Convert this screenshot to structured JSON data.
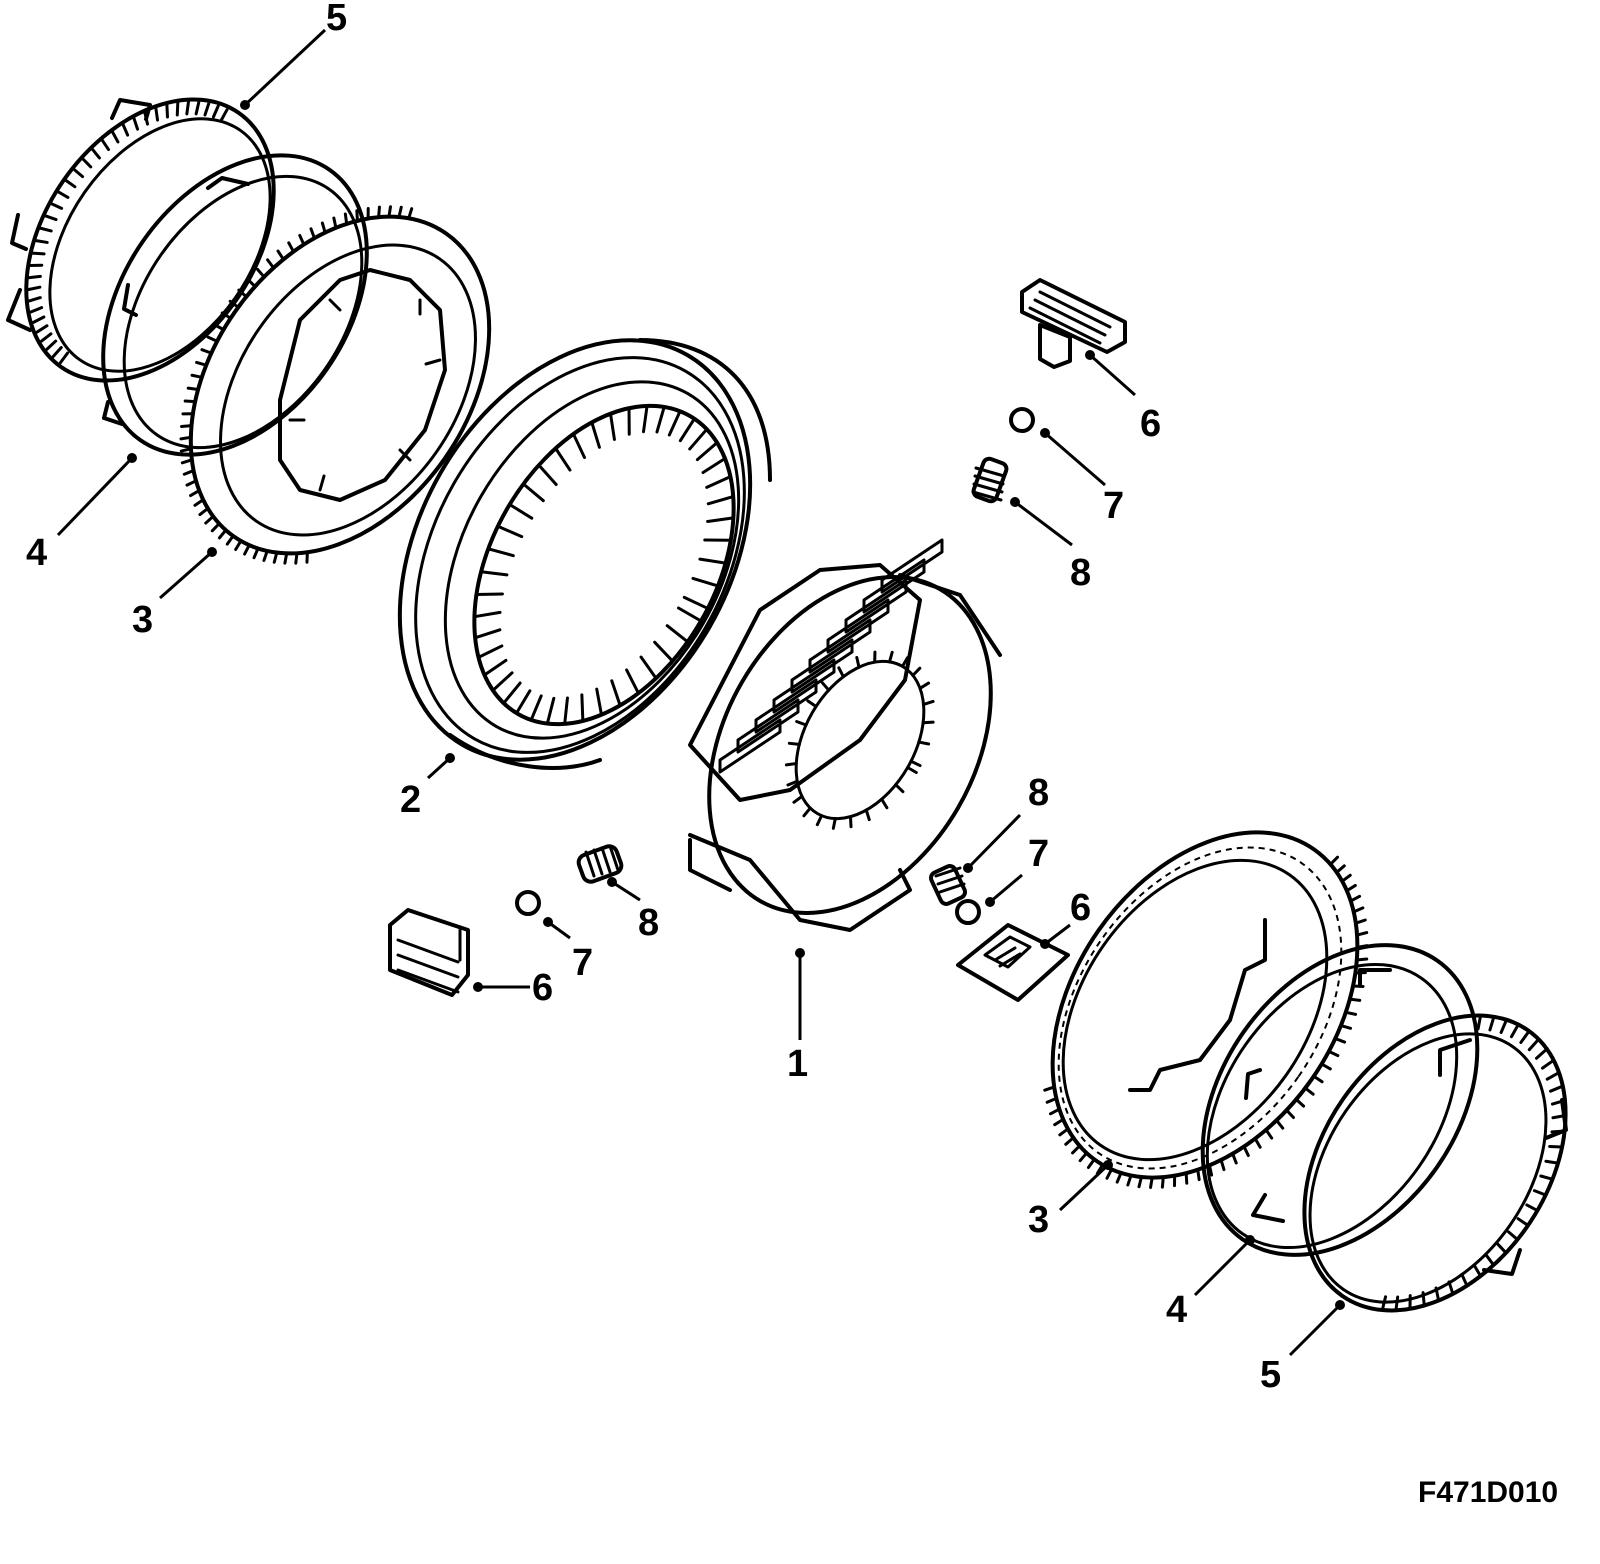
{
  "figure_code": "F471D010",
  "callouts": {
    "c1": "1",
    "c2": "2",
    "c3a": "3",
    "c3b": "3",
    "c4a": "4",
    "c4b": "4",
    "c5a": "5",
    "c5b": "5",
    "c6a": "6",
    "c6b": "6",
    "c6c": "6",
    "c7a": "7",
    "c7b": "7",
    "c7c": "7",
    "c8a": "8",
    "c8b": "8",
    "c8c": "8"
  }
}
